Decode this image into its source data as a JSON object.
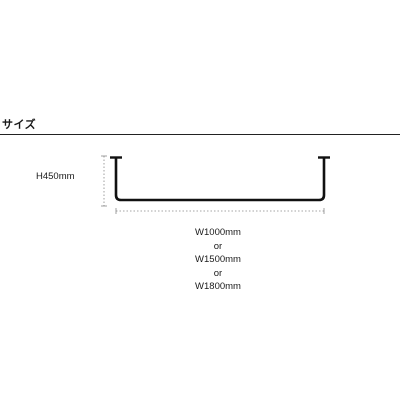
{
  "section": {
    "title": "サイズ"
  },
  "dimensions": {
    "height_label": "H450mm",
    "width_options": [
      "W1000mm",
      "W1500mm",
      "W1800mm"
    ],
    "separator": "or"
  }
}
